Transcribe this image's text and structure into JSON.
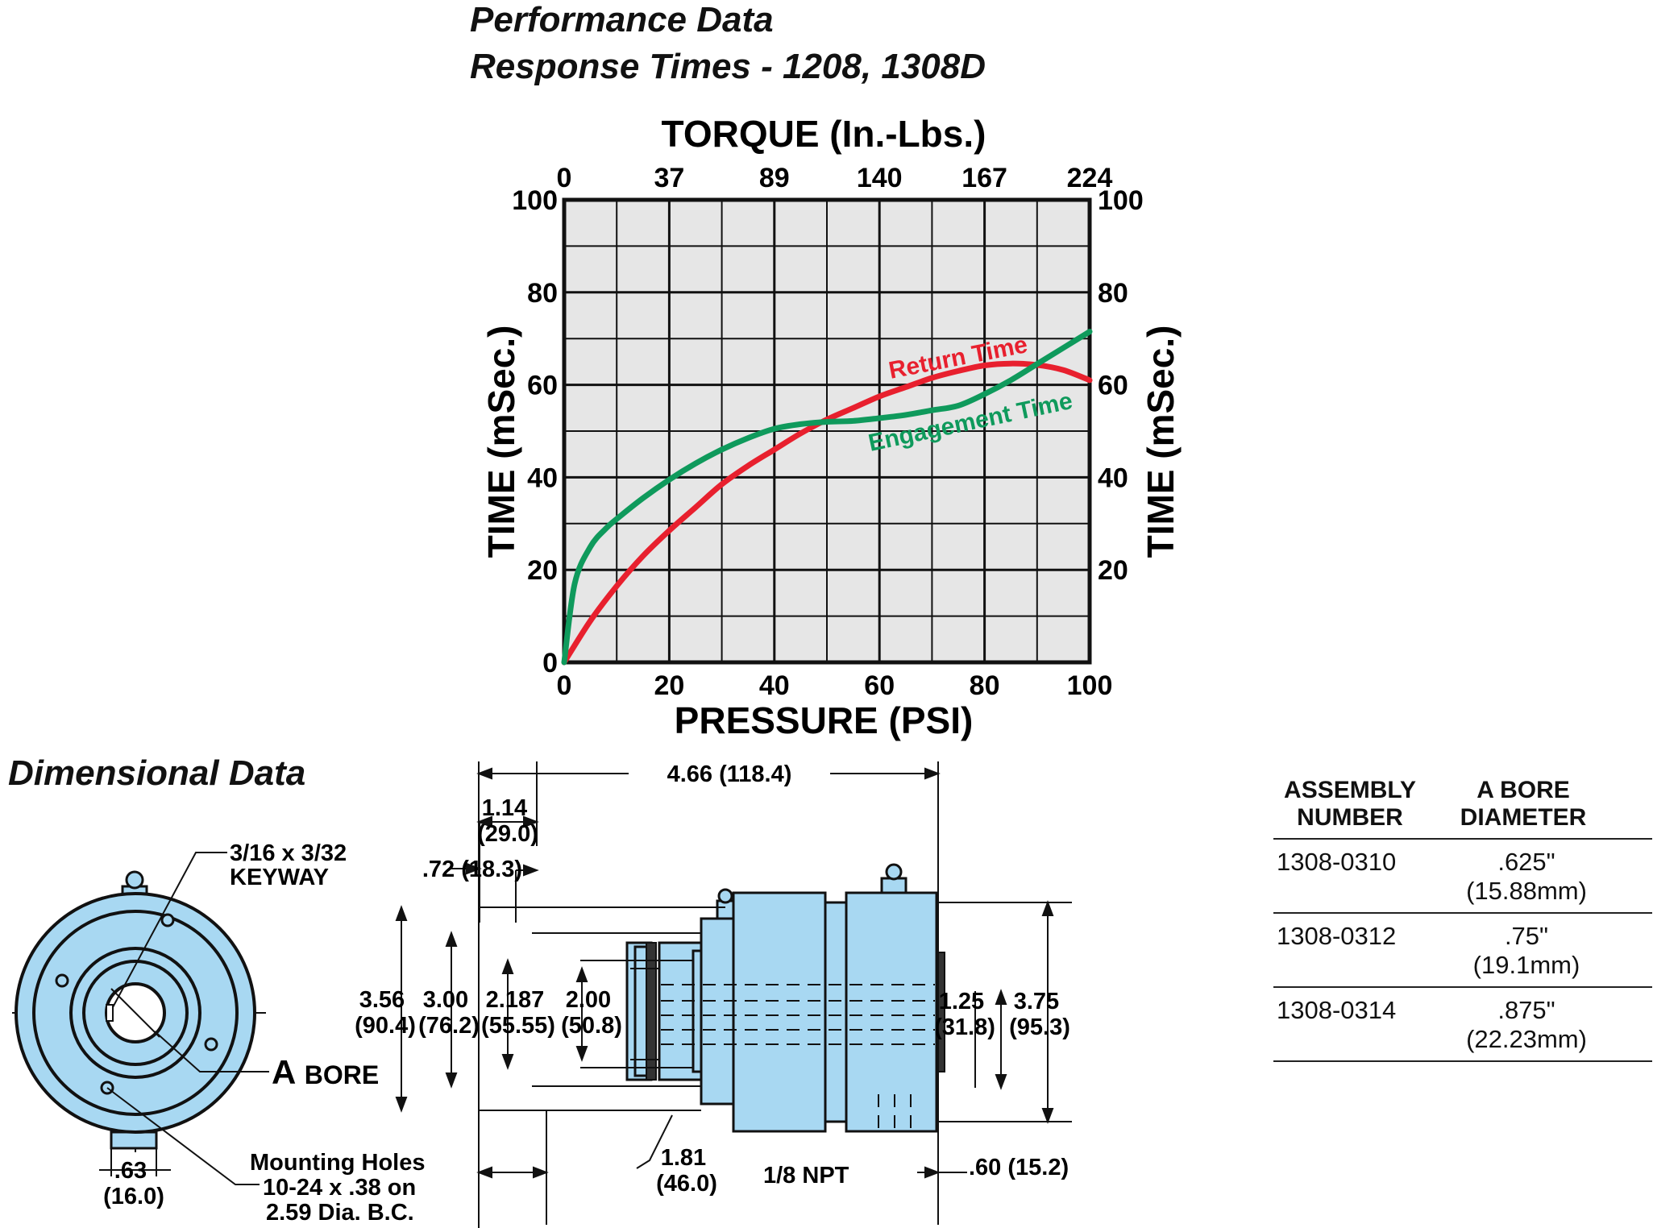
{
  "performance": {
    "title_line1": "Performance Data",
    "title_line2": "Response Times - 1208, 1308D"
  },
  "chart_data": {
    "type": "line",
    "x_top_label": "TORQUE (In.-Lbs.)",
    "x_top_ticks": [
      "0",
      "37",
      "89",
      "140",
      "167",
      "224"
    ],
    "xlabel": "PRESSURE (PSI)",
    "x_ticks": [
      "0",
      "20",
      "40",
      "60",
      "80",
      "100"
    ],
    "ylabel_left": "TIME (mSec.)",
    "ylabel_right": "TIME (mSec.)",
    "y_ticks_left": [
      "0",
      "20",
      "40",
      "60",
      "80",
      "100"
    ],
    "y_ticks_right": [
      "20",
      "40",
      "60",
      "80",
      "100"
    ],
    "xlim": [
      0,
      100
    ],
    "ylim": [
      0,
      100
    ],
    "grid": true,
    "series": [
      {
        "name": "Return Time",
        "color": "#e8202e",
        "x": [
          0,
          5,
          10,
          15,
          20,
          25,
          30,
          35,
          40,
          45,
          50,
          55,
          60,
          65,
          70,
          75,
          80,
          85,
          90,
          95,
          100
        ],
        "y": [
          0,
          9,
          16.5,
          23,
          28.5,
          33.5,
          38.5,
          42.5,
          46,
          49.5,
          52.5,
          55,
          57.5,
          59.5,
          61.5,
          63,
          64.2,
          64.6,
          64.3,
          63.2,
          61
        ]
      },
      {
        "name": "Engagement Time",
        "color": "#0f9a5c",
        "x": [
          0,
          2,
          5,
          8,
          10,
          15,
          20,
          25,
          30,
          35,
          40,
          45,
          50,
          55,
          60,
          65,
          70,
          75,
          80,
          85,
          90,
          95,
          100
        ],
        "y": [
          0,
          17,
          25,
          29,
          31,
          35.5,
          39.5,
          43,
          46,
          48.5,
          50.5,
          51.5,
          52,
          52.2,
          52.8,
          53.5,
          54.5,
          55.5,
          58,
          61,
          64.5,
          68,
          71.5
        ]
      }
    ]
  },
  "dimensional": {
    "title": "Dimensional Data",
    "end_view": {
      "keyway": [
        "3/16 x 3/32",
        "KEYWAY"
      ],
      "bore_big": "A",
      "bore_small": "BORE",
      "dim_63": [
        ".63",
        "(16.0)"
      ],
      "holes": [
        "Mounting Holes",
        "10-24 x .38 on",
        "2.59 Dia. B.C."
      ]
    },
    "side_view": {
      "overall": "4.66 (118.4)",
      "d114": [
        "1.14",
        "(29.0)"
      ],
      "d72": ".72 (18.3)",
      "d356": [
        "3.56",
        "(90.4)"
      ],
      "d300": [
        "3.00",
        "(76.2)"
      ],
      "d2187": [
        "2.187",
        "(55.55)"
      ],
      "d200": [
        "2.00",
        "(50.8)"
      ],
      "d125": [
        "1.25",
        "(31.8)"
      ],
      "d375": [
        "3.75",
        "(95.3)"
      ],
      "d181": [
        "1.81",
        "(46.0)"
      ],
      "npt": "1/8 NPT",
      "d60": ".60 (15.2)"
    }
  },
  "table": {
    "headers": [
      [
        "ASSEMBLY",
        "NUMBER"
      ],
      [
        "A BORE",
        "DIAMETER"
      ]
    ],
    "rows": [
      {
        "assembly": "1308-0310",
        "bore": ".625\"",
        "bore_mm": "(15.88mm)"
      },
      {
        "assembly": "1308-0312",
        "bore": ".75\"",
        "bore_mm": "(19.1mm)"
      },
      {
        "assembly": "1308-0314",
        "bore": ".875\"",
        "bore_mm": "(22.23mm)"
      }
    ]
  }
}
